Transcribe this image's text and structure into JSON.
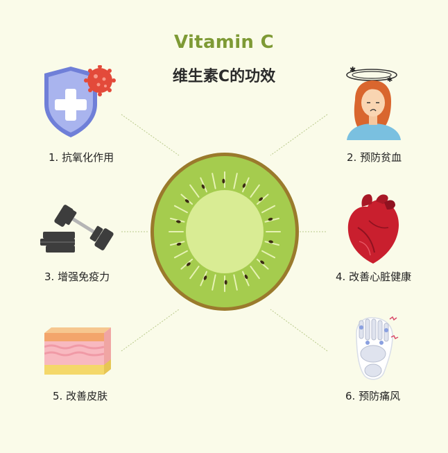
{
  "title": "Vitamin C",
  "subtitle": "维生素C的功效",
  "benefits": [
    {
      "label": "1. 抗氧化作用",
      "icon": "shield-virus-icon"
    },
    {
      "label": "2. 预防贫血",
      "icon": "dizzy-woman-icon"
    },
    {
      "label": "3. 增强免疫力",
      "icon": "dumbbell-icon"
    },
    {
      "label": "4. 改善心脏健康",
      "icon": "heart-icon"
    },
    {
      "label": "5. 改善皮肤",
      "icon": "skin-layers-icon"
    },
    {
      "label": "6. 预防痛风",
      "icon": "foot-bones-icon"
    }
  ],
  "colors": {
    "background": "#fafbe9",
    "title": "#7e9a35",
    "kiwi_rim": "#9a7a2c",
    "kiwi_flesh": "#a5cc4e",
    "kiwi_core": "#d9ec94"
  }
}
